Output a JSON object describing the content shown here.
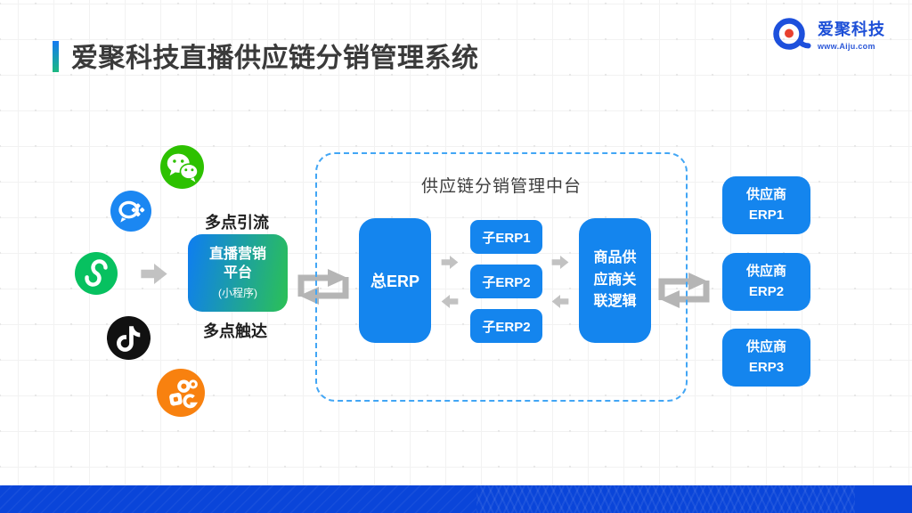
{
  "header": {
    "title": "爱聚科技直播供应链分销管理系统",
    "accent_colors": [
      "#1479f2",
      "#1cb981"
    ],
    "logo": {
      "company": "爱聚科技",
      "website": "www.Aiju.com",
      "brand_blue": "#1d50dc",
      "dot_red": "#e8402f"
    }
  },
  "channels": {
    "label_top": "多点引流",
    "label_bottom": "多点触达",
    "icons": [
      {
        "name": "wechat-icon",
        "color": "#2dc100"
      },
      {
        "name": "wecom-icon",
        "color": "#1b87f2"
      },
      {
        "name": "miniprogram-icon",
        "color": "#07c160"
      },
      {
        "name": "douyin-icon",
        "color": "#111111"
      },
      {
        "name": "kuaishou-icon",
        "color": "#f8810f"
      }
    ],
    "platform_box": {
      "line1": "直播营销",
      "line2": "平台",
      "line3": "(小程序)",
      "gradient": [
        "#0e7df2",
        "#2bc155"
      ]
    }
  },
  "middle_platform": {
    "title": "供应链分销管理中台",
    "main_erp": "总ERP",
    "sub_erps": [
      "子ERP1",
      "子ERP2",
      "子ERP2"
    ],
    "logic_box_lines": [
      "商品供",
      "应商关",
      "联逻辑"
    ],
    "box_blue": "#1485ee",
    "dashed_border": "#42a6f5"
  },
  "suppliers": [
    {
      "line1": "供应商",
      "line2": "ERP1"
    },
    {
      "line1": "供应商",
      "line2": "ERP2"
    },
    {
      "line1": "供应商",
      "line2": "ERP3"
    }
  ],
  "footer": {
    "color": "#0a45d9"
  },
  "arrows": {
    "color": "#c0c0c0"
  }
}
